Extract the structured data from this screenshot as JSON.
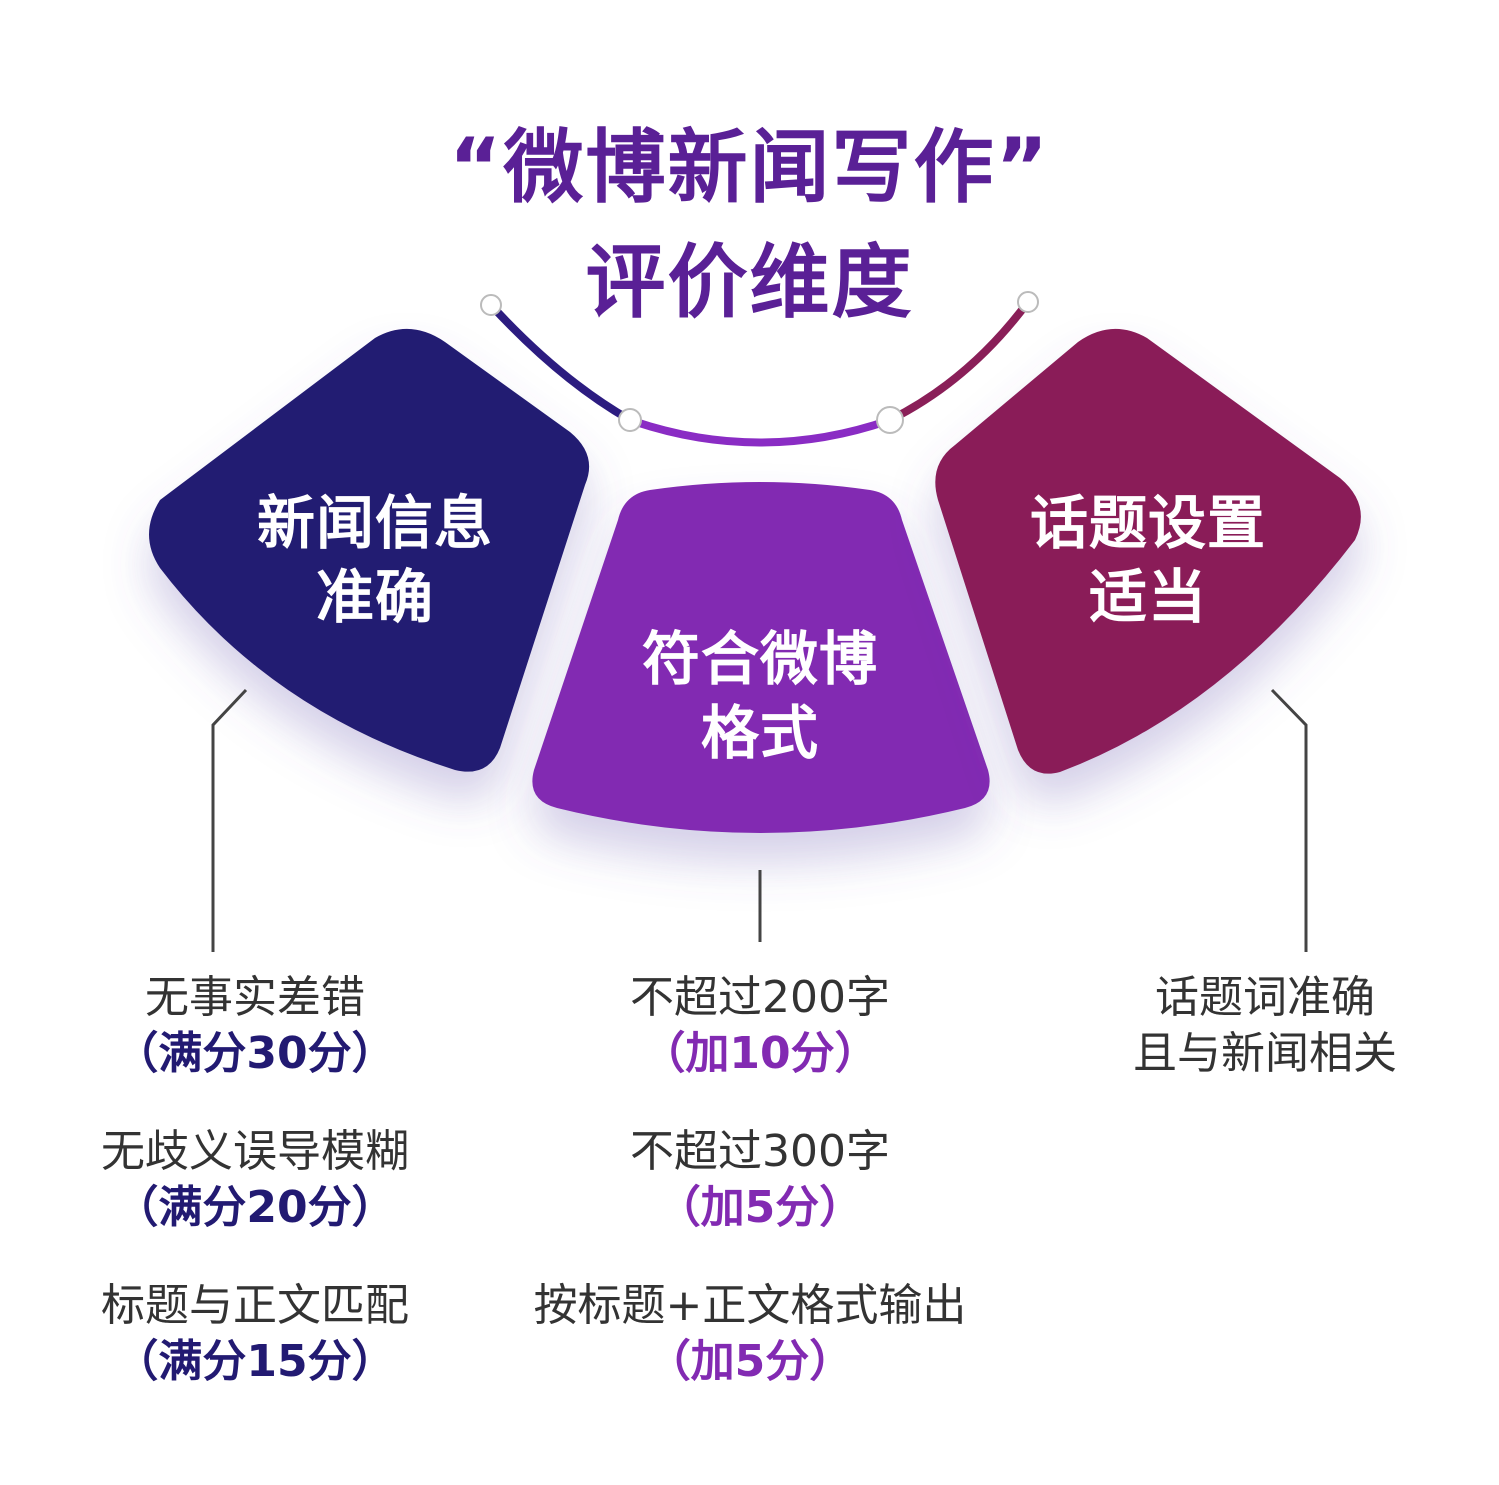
{
  "title": {
    "line1": "“微博新闻写作”",
    "line2": "评价维度"
  },
  "colors": {
    "title": "#5a2096",
    "card_left": "#221a72",
    "card_middle": "#822ab2",
    "card_right": "#8a1f58",
    "arc_left": "#2c1c80",
    "arc_middle": "#8a2cc4",
    "arc_right": "#8a1f58",
    "connector": "#444444",
    "body_text": "#333333"
  },
  "cards": [
    {
      "line1": "新闻信息",
      "line2": "准确",
      "criteria": [
        {
          "text": "无事实差错",
          "score": "（满分30分）"
        },
        {
          "text": "无歧义误导模糊",
          "score": "（满分20分）"
        },
        {
          "text": "标题与正文匹配",
          "score": "（满分15分）"
        }
      ]
    },
    {
      "line1": "符合微博",
      "line2": "格式",
      "criteria": [
        {
          "text": "不超过200字",
          "score": "（加10分）"
        },
        {
          "text": "不超过300字",
          "score": "（加5分）"
        },
        {
          "text": "按标题+正文格式输出",
          "score": "（加5分）"
        }
      ]
    },
    {
      "line1": "话题设置",
      "line2": "适当",
      "criteria": [
        {
          "text": "话题词准确",
          "score": ""
        },
        {
          "text": "且与新闻相关",
          "score": ""
        }
      ]
    }
  ]
}
